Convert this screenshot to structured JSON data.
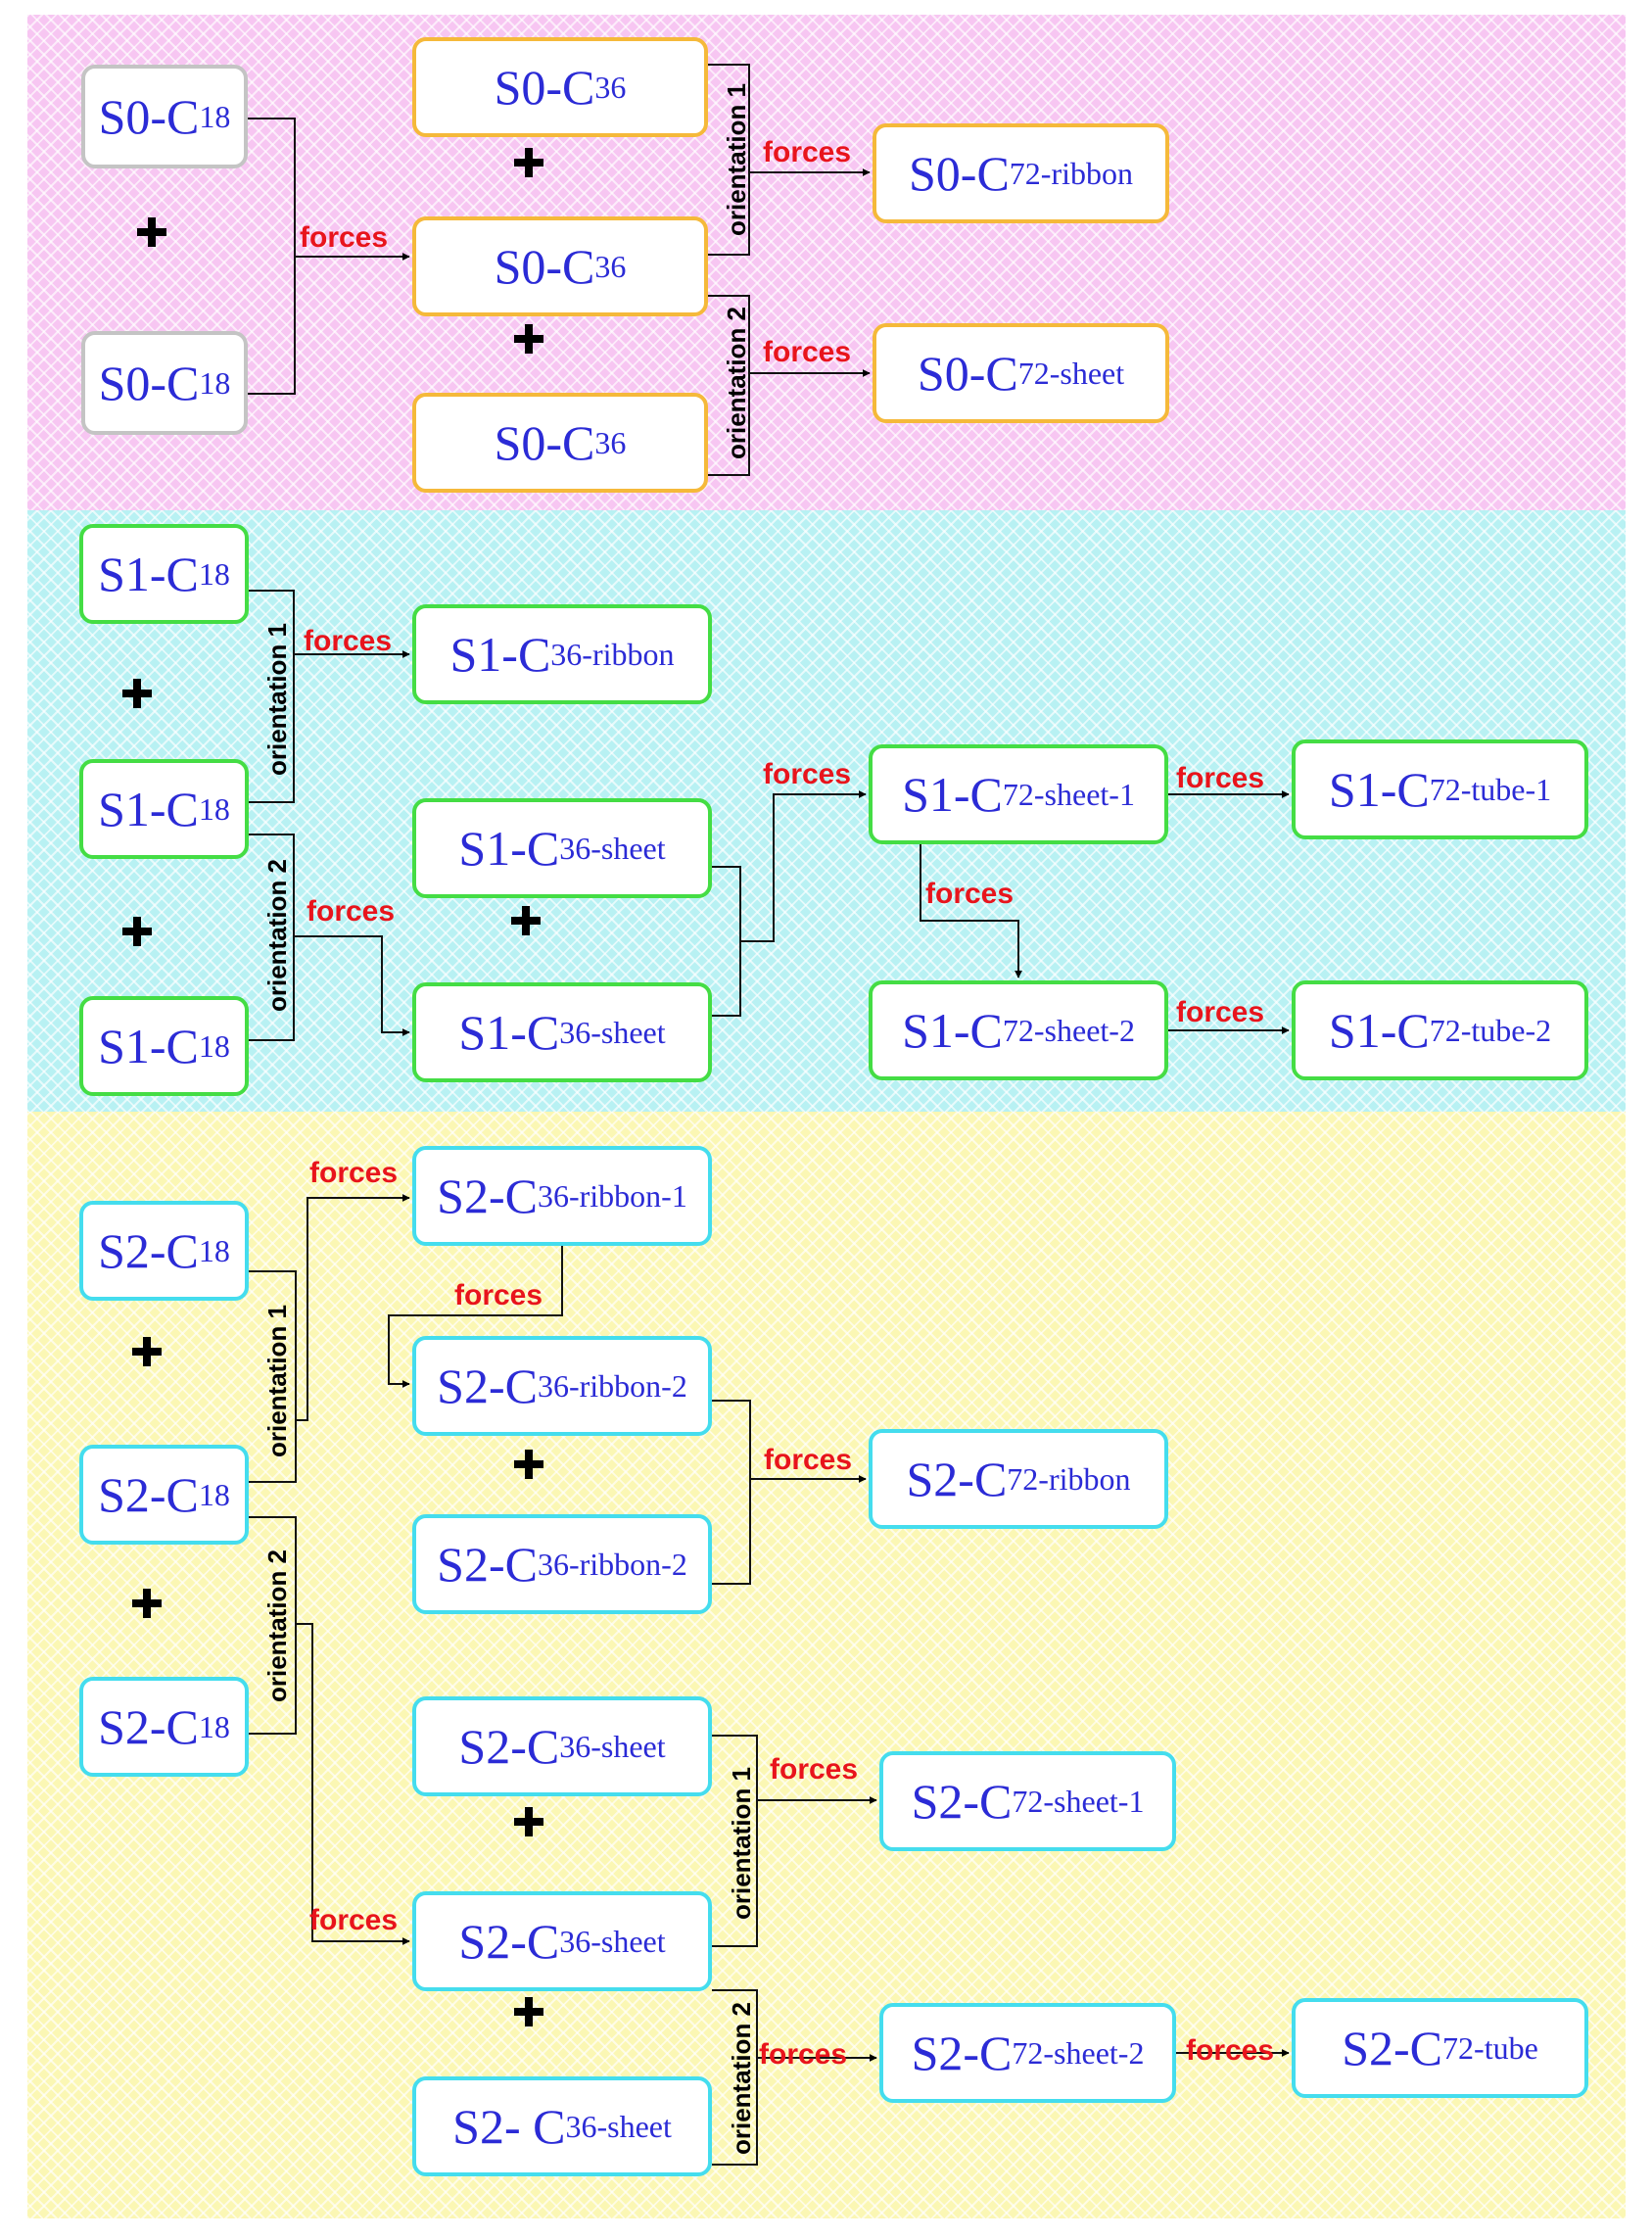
{
  "colors": {
    "s0_background": "#f7c6f2",
    "s1_background": "#b8f1f3",
    "s2_background": "#fbf7b4",
    "text_blue": "#2b2bd6",
    "forces_red": "#e8141c",
    "border_gray": "#c4c4c4",
    "border_orange": "#f5b93a",
    "border_green": "#44dd44",
    "border_cyan": "#44ddee"
  },
  "labels": {
    "forces": "forces",
    "orientation_1": "orientation 1",
    "orientation_2": "orientation 2"
  },
  "nodes": [
    {
      "id": "s0-c18-a",
      "p": "S0-C",
      "s": "18"
    },
    {
      "id": "s0-c18-b",
      "p": "S0-C",
      "s": "18"
    },
    {
      "id": "s0-c36-a",
      "p": "S0-C",
      "s": "36"
    },
    {
      "id": "s0-c36-b",
      "p": "S0-C",
      "s": "36"
    },
    {
      "id": "s0-c36-c",
      "p": "S0-C",
      "s": "36"
    },
    {
      "id": "s0-c72-ribbon",
      "p": "S0-C",
      "s": "72-ribbon"
    },
    {
      "id": "s0-c72-sheet",
      "p": "S0-C",
      "s": "72-sheet"
    },
    {
      "id": "s1-c18-a",
      "p": "S1-C",
      "s": "18"
    },
    {
      "id": "s1-c18-b",
      "p": "S1-C",
      "s": "18"
    },
    {
      "id": "s1-c18-c",
      "p": "S1-C",
      "s": "18"
    },
    {
      "id": "s1-c36-ribbon",
      "p": "S1-C",
      "s": "36-ribbon"
    },
    {
      "id": "s1-c36-sheet-a",
      "p": "S1-C",
      "s": "36-sheet"
    },
    {
      "id": "s1-c36-sheet-b",
      "p": "S1-C",
      "s": "36-sheet"
    },
    {
      "id": "s1-c72-sheet-1",
      "p": "S1-C",
      "s": "72-sheet-1"
    },
    {
      "id": "s1-c72-sheet-2",
      "p": "S1-C",
      "s": "72-sheet-2"
    },
    {
      "id": "s1-c72-tube-1",
      "p": "S1-C",
      "s": "72-tube-1"
    },
    {
      "id": "s1-c72-tube-2",
      "p": "S1-C",
      "s": "72-tube-2"
    },
    {
      "id": "s2-c18-a",
      "p": "S2-C",
      "s": "18"
    },
    {
      "id": "s2-c18-b",
      "p": "S2-C",
      "s": "18"
    },
    {
      "id": "s2-c18-c",
      "p": "S2-C",
      "s": "18"
    },
    {
      "id": "s2-c36-ribbon-1",
      "p": "S2-C",
      "s": "36-ribbon-1"
    },
    {
      "id": "s2-c36-ribbon-2-a",
      "p": "S2-C",
      "s": "36-ribbon-2"
    },
    {
      "id": "s2-c36-ribbon-2-b",
      "p": "S2-C",
      "s": "36-ribbon-2"
    },
    {
      "id": "s2-c72-ribbon",
      "p": "S2-C",
      "s": "72-ribbon"
    },
    {
      "id": "s2-c36-sheet-a",
      "p": "S2-C",
      "s": "36-sheet"
    },
    {
      "id": "s2-c36-sheet-b",
      "p": "S2-C",
      "s": "36-sheet"
    },
    {
      "id": "s2-c36-sheet-c",
      "p": "S2- C",
      "s": "36-sheet"
    },
    {
      "id": "s2-c72-sheet-1",
      "p": "S2-C",
      "s": "72-sheet-1"
    },
    {
      "id": "s2-c72-sheet-2",
      "p": "S2-C",
      "s": "72-sheet-2"
    },
    {
      "id": "s2-c72-tube",
      "p": "S2-C",
      "s": "72-tube"
    }
  ]
}
